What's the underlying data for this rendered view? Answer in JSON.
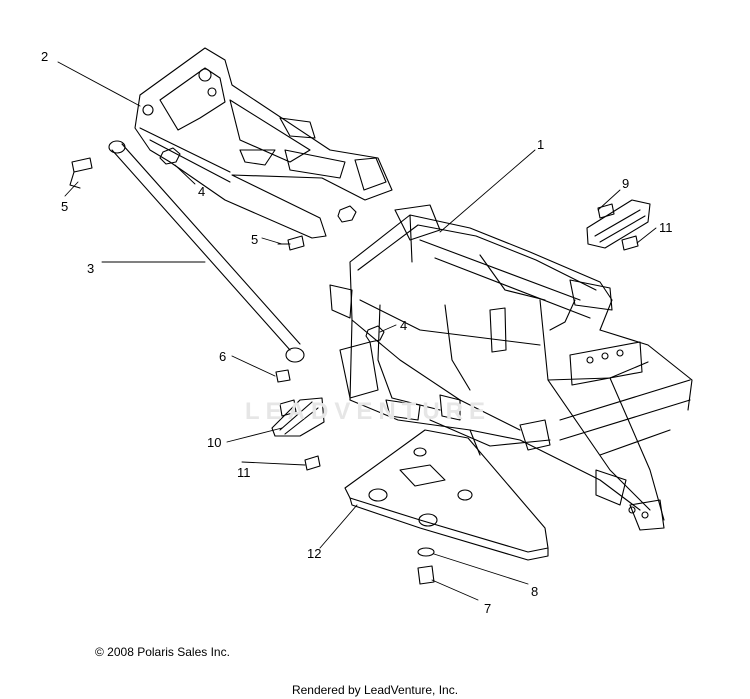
{
  "callouts": {
    "c1": "1",
    "c2": "2",
    "c3": "3",
    "c4a": "4",
    "c4b": "4",
    "c5a": "5",
    "c5b": "5",
    "c6": "6",
    "c7": "7",
    "c8": "8",
    "c9": "9",
    "c10": "10",
    "c11a": "11",
    "c11b": "11",
    "c12": "12"
  },
  "watermark": "LEADVENTURE",
  "copyright": "© 2008 Polaris Sales Inc.",
  "rendered_by": "Rendered by LeadVenture, Inc."
}
